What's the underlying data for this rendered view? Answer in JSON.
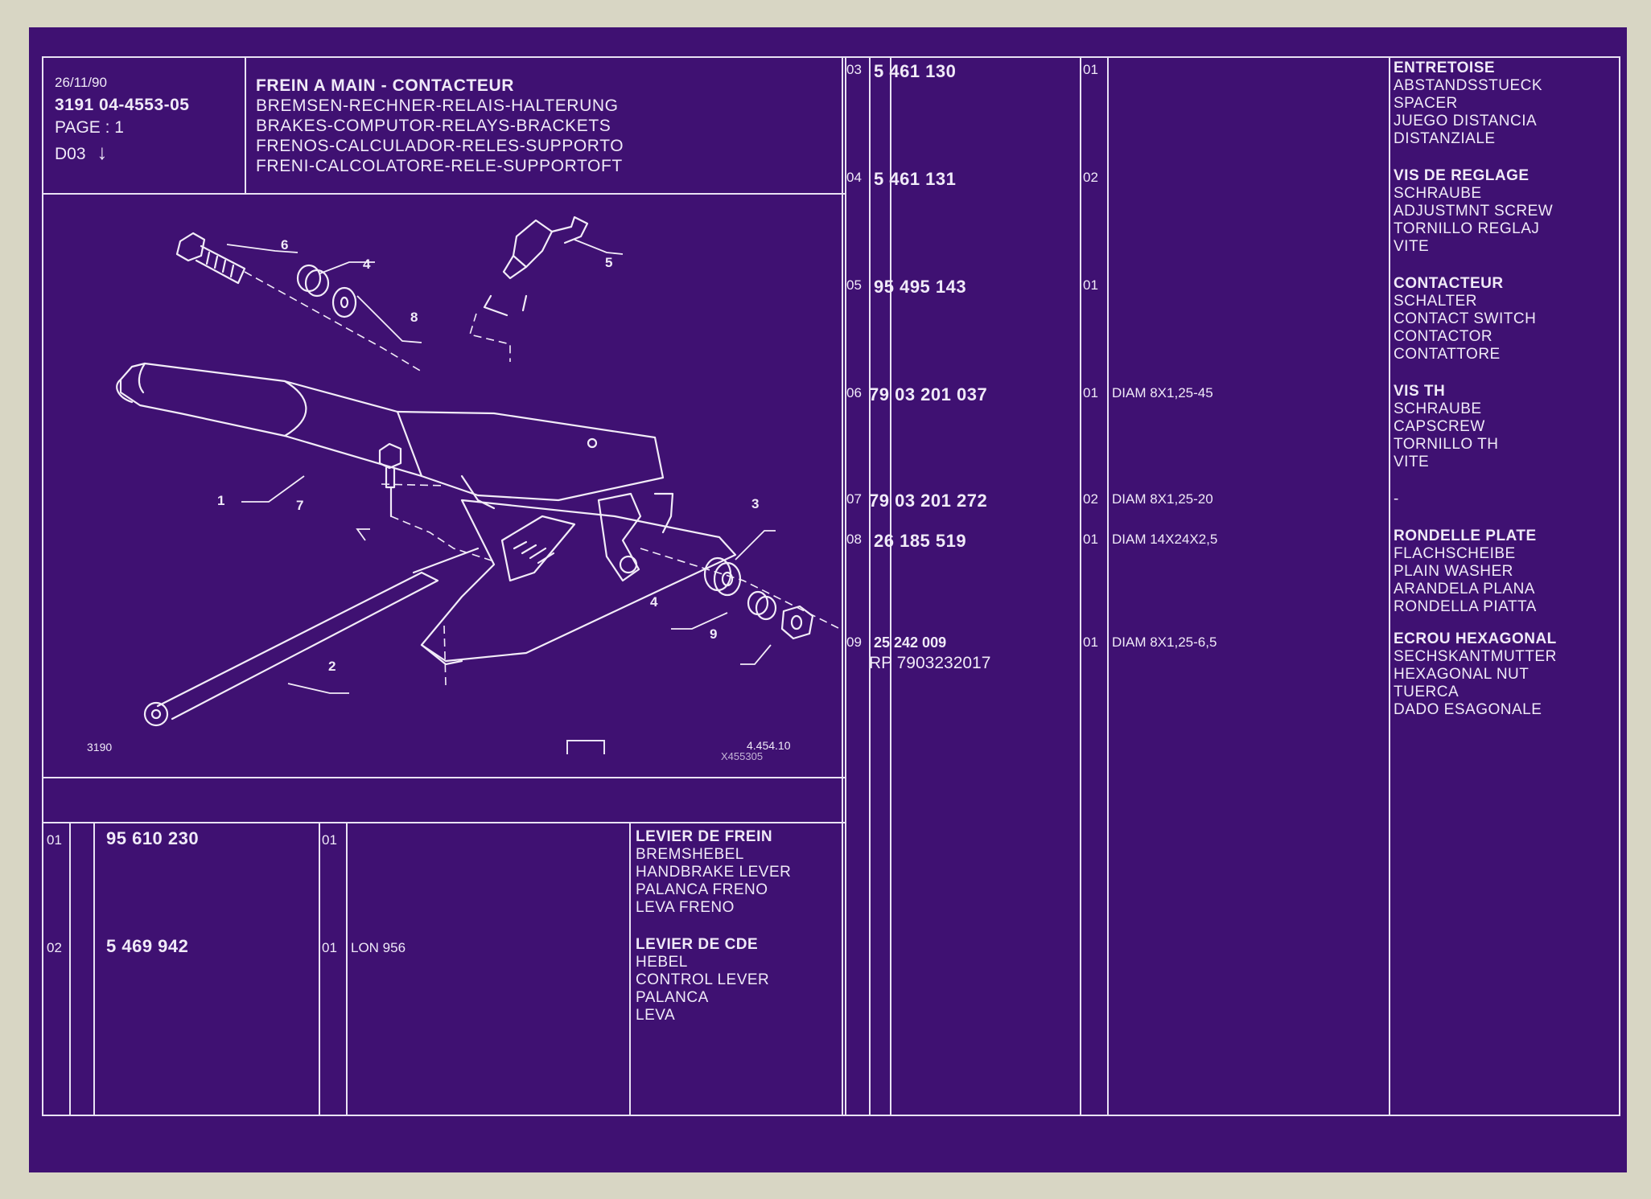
{
  "header": {
    "date": "26/11/90",
    "ref": "3191  04-4553-05",
    "page": "PAGE : 1",
    "variant": "D03",
    "arrow": "↓",
    "title_fr": "FREIN A MAIN - CONTACTEUR",
    "title_de": "BREMSEN-RECHNER-RELAIS-HALTERUNG",
    "title_en": "BRAKES-COMPUTOR-RELAYS-BRACKETS",
    "title_es": "FRENOS-CALCULADOR-RELES-SUPPORTO",
    "title_it": "FRENI-CALCOLATORE-RELE-SUPPORTOFT"
  },
  "diagram": {
    "callouts": [
      "1",
      "2",
      "3",
      "4",
      "4",
      "5",
      "6",
      "7",
      "8",
      "9"
    ],
    "code_left": "3190",
    "code_right": "4.454.10",
    "code_right_sub": "X455305"
  },
  "parts_left": [
    {
      "no": "01",
      "part": "95 610 230",
      "qty": "01",
      "spec": "",
      "desc": [
        "LEVIER DE FREIN",
        "BREMSHEBEL",
        "HANDBRAKE LEVER",
        "PALANCA FRENO",
        "LEVA FRENO"
      ]
    },
    {
      "no": "02",
      "part": "5 469 942",
      "qty": "01",
      "spec": "LON 956",
      "desc": [
        "LEVIER DE CDE",
        "HEBEL",
        "CONTROL LEVER",
        "PALANCA",
        "LEVA"
      ]
    }
  ],
  "parts_right": [
    {
      "no": "03",
      "part": "5 461 130",
      "part2": "",
      "qty": "01",
      "spec": "",
      "desc": [
        "ENTRETOISE",
        "ABSTANDSSTUECK",
        "SPACER",
        "JUEGO DISTANCIA",
        "DISTANZIALE"
      ]
    },
    {
      "no": "04",
      "part": "5 461 131",
      "part2": "",
      "qty": "02",
      "spec": "",
      "desc": [
        "VIS DE REGLAGE",
        "SCHRAUBE",
        "ADJUSTMNT SCREW",
        "TORNILLO REGLAJ",
        "VITE"
      ]
    },
    {
      "no": "05",
      "part": "95 495 143",
      "part2": "",
      "qty": "01",
      "spec": "",
      "desc": [
        "CONTACTEUR",
        "SCHALTER",
        "CONTACT SWITCH",
        "CONTACTOR",
        "CONTATTORE"
      ]
    },
    {
      "no": "06",
      "part": "79 03 201 037",
      "part2": "",
      "qty": "01",
      "spec": "DIAM 8X1,25-45",
      "desc": [
        "VIS TH",
        "SCHRAUBE",
        "CAPSCREW",
        "TORNILLO TH",
        "VITE"
      ]
    },
    {
      "no": "07",
      "part": "79 03 201 272",
      "part2": "",
      "qty": "02",
      "spec": "DIAM 8X1,25-20",
      "desc": [
        "-"
      ]
    },
    {
      "no": "08",
      "part": "26 185 519",
      "part2": "",
      "qty": "01",
      "spec": "DIAM 14X24X2,5",
      "desc": [
        "RONDELLE PLATE",
        "FLACHSCHEIBE",
        "PLAIN WASHER",
        "ARANDELA PLANA",
        "RONDELLA PIATTA"
      ]
    },
    {
      "no": "09",
      "part": "25 242 009",
      "part2": "RP  7903232017",
      "qty": "01",
      "spec": "DIAM 8X1,25-6,5",
      "desc": [
        "ECROU HEXAGONAL",
        "SECHSKANTMUTTER",
        "HEXAGONAL NUT",
        "TUERCA",
        "DADO ESAGONALE"
      ]
    }
  ]
}
